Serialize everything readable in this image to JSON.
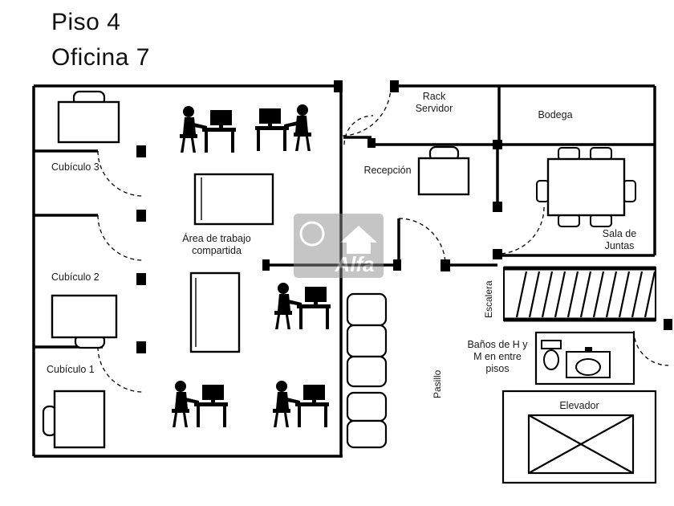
{
  "title": {
    "line1": "Piso 4",
    "line2": "Oficina 7"
  },
  "rooms": {
    "cubiculo3": {
      "label": "Cubículo 3"
    },
    "cubiculo2": {
      "label": "Cubículo 2"
    },
    "cubiculo1": {
      "label": "Cubículo 1"
    },
    "area_trabajo": {
      "label_line1": "Área de trabajo",
      "label_line2": "compartida"
    },
    "rack": {
      "label_line1": "Rack",
      "label_line2": "Servidor"
    },
    "bodega": {
      "label": "Bodega"
    },
    "recepcion": {
      "label": "Recepción"
    },
    "sala_juntas": {
      "label_line1": "Sala de",
      "label_line2": "Juntas"
    },
    "escalera": {
      "label": "Escalera"
    },
    "pasillo": {
      "label": "Pasillo"
    },
    "banos": {
      "label_line1": "Baños de H y",
      "label_line2": "M en entre",
      "label_line3": "pisos"
    },
    "elevador": {
      "label": "Elevador"
    }
  },
  "watermark": {
    "text": "Alfa"
  },
  "colors": {
    "wall": "#000000",
    "background": "#ffffff",
    "text": "#1a1a1a",
    "watermark_gray": "#8c8c8c"
  }
}
